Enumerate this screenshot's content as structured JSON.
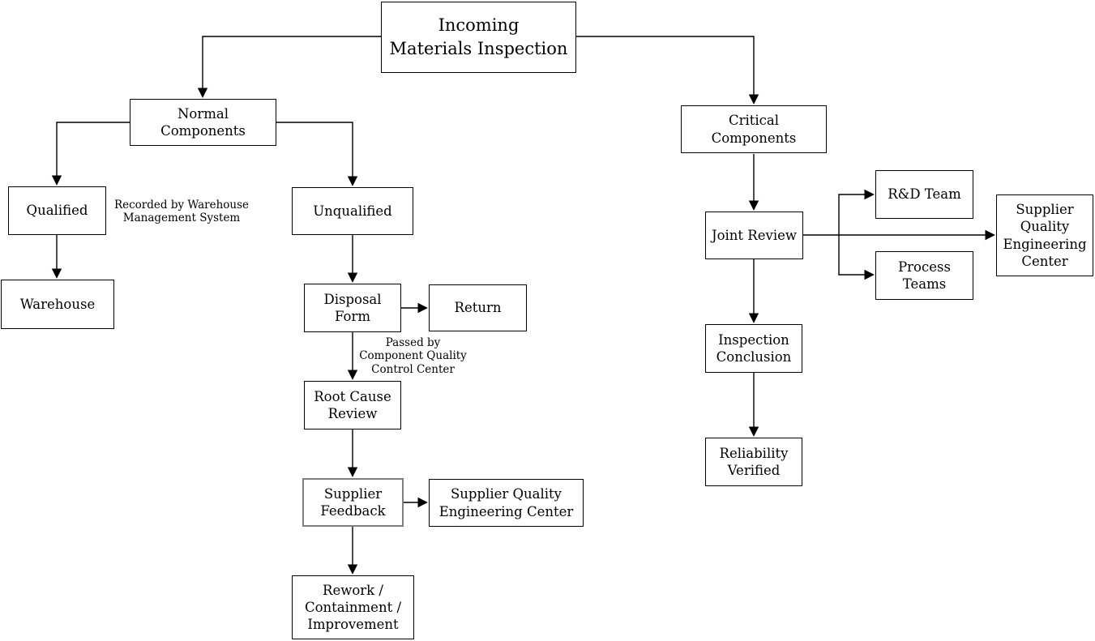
{
  "colors": {
    "background": "#ffffff",
    "line": "#000000",
    "box_border": "#000000",
    "highlight_border": "#7f7f7f",
    "text": "#000000"
  },
  "nodes": {
    "incoming": {
      "label": "Incoming\nMaterials Inspection"
    },
    "normal_components": {
      "label": "Normal Components"
    },
    "critical_components": {
      "label": "Critical Components"
    },
    "qualified": {
      "label": "Qualified"
    },
    "unqualified": {
      "label": "Unqualified"
    },
    "warehouse": {
      "label": "Warehouse"
    },
    "disposal_form": {
      "label": "Disposal\nForm"
    },
    "return": {
      "label": "Return"
    },
    "root_cause_review": {
      "label": "Root Cause\nReview"
    },
    "supplier_feedback": {
      "label": "Supplier\nFeedback"
    },
    "sqec_left": {
      "label": "Supplier Quality\nEngineering Center"
    },
    "rework": {
      "label": "Rework /\nContainment /\nImprovement"
    },
    "joint_review": {
      "label": "Joint Review"
    },
    "rd_team": {
      "label": "R&D Team"
    },
    "process_teams": {
      "label": "Process\nTeams"
    },
    "sqec_right": {
      "label": "Supplier\nQuality\nEngineering\nCenter"
    },
    "inspection_conclusion": {
      "label": "Inspection\nConclusion"
    },
    "reliability_verified": {
      "label": "Reliability\nVerified"
    }
  },
  "annotations": {
    "recorded_by": "Recorded by Warehouse\nManagement System",
    "passed_by": "Passed by\nComponent Quality\nControl Center"
  },
  "edges": [
    {
      "from": "incoming",
      "to": "normal_components"
    },
    {
      "from": "incoming",
      "to": "critical_components"
    },
    {
      "from": "normal_components",
      "to": "qualified"
    },
    {
      "from": "normal_components",
      "to": "unqualified"
    },
    {
      "from": "qualified",
      "to": "warehouse"
    },
    {
      "from": "unqualified",
      "to": "disposal_form"
    },
    {
      "from": "disposal_form",
      "to": "return"
    },
    {
      "from": "disposal_form",
      "to": "root_cause_review"
    },
    {
      "from": "root_cause_review",
      "to": "supplier_feedback"
    },
    {
      "from": "supplier_feedback",
      "to": "sqec_left"
    },
    {
      "from": "supplier_feedback",
      "to": "rework"
    },
    {
      "from": "critical_components",
      "to": "joint_review"
    },
    {
      "from": "joint_review",
      "to": "rd_team"
    },
    {
      "from": "joint_review",
      "to": "process_teams"
    },
    {
      "from": "joint_review",
      "to": "sqec_right"
    },
    {
      "from": "joint_review",
      "to": "inspection_conclusion"
    },
    {
      "from": "inspection_conclusion",
      "to": "reliability_verified"
    }
  ]
}
